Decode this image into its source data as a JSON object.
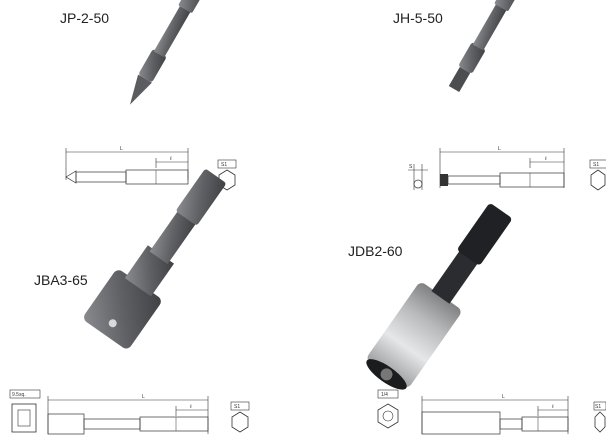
{
  "products": [
    {
      "model": "JP-2-50",
      "dims": {
        "length": "L",
        "shank": "ℓ",
        "hex": "S1"
      }
    },
    {
      "model": "JH-5-50",
      "dims": {
        "length": "L",
        "shank": "ℓ",
        "hex": "S1",
        "tip": "S"
      }
    },
    {
      "model": "JBA3-65",
      "dims": {
        "length": "L",
        "shank": "ℓ",
        "hex": "S1",
        "square": "9.5sq."
      }
    },
    {
      "model": "JDB2-60",
      "dims": {
        "length": "L",
        "shank": "ℓ",
        "hex": "S1",
        "socket": "1/4"
      }
    }
  ],
  "colors": {
    "bit_steel": "#6f7174",
    "bit_dark": "#3d3f42",
    "holder_chrome": "#c9cbcd",
    "line": "#333333"
  }
}
